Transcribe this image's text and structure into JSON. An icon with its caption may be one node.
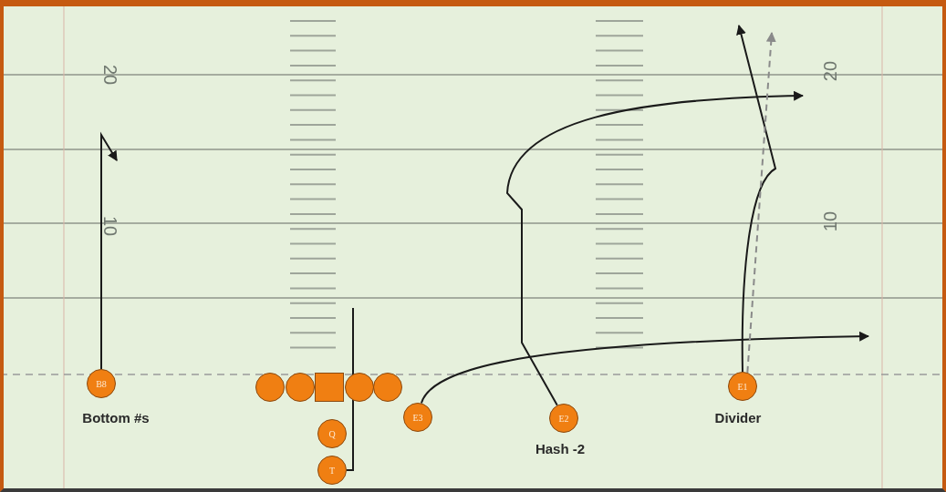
{
  "diagram": {
    "nodes": [
      {
        "text": [
          "B8"
        ],
        "beside": [
          "Bottom #s"
        ]
      },
      {
        "text": [],
        "shape": "circle"
      },
      {
        "text": [],
        "shape": "circle"
      },
      {
        "text": [],
        "shape": "box"
      },
      {
        "text": [],
        "shape": "circle"
      },
      {
        "text": [],
        "shape": "circle"
      },
      {
        "text": [
          "E3"
        ]
      },
      {
        "text": [
          "Q"
        ]
      },
      {
        "text": [
          "T"
        ]
      },
      {
        "text": [
          "E2"
        ],
        "beside": [
          "Hash -2"
        ]
      },
      {
        "text": [
          "E1"
        ],
        "beside": [
          "Divider"
        ]
      }
    ],
    "edges": [
      {
        "from": 0,
        "to": null,
        "arrow": "to"
      },
      {
        "from": 6,
        "to": null,
        "arrow": "to"
      },
      {
        "from": 9,
        "to": null,
        "arrow": "to"
      },
      {
        "from": 10,
        "to": null,
        "arrow": "to"
      },
      {
        "from": 10,
        "to": null,
        "arrow": "to",
        "style": "dashed",
        "color": "#8a8a8a"
      },
      {
        "from": 8,
        "to": null,
        "arrow": "none"
      }
    ],
    "labels": [
      "20",
      "10",
      "20",
      "10"
    ]
  }
}
